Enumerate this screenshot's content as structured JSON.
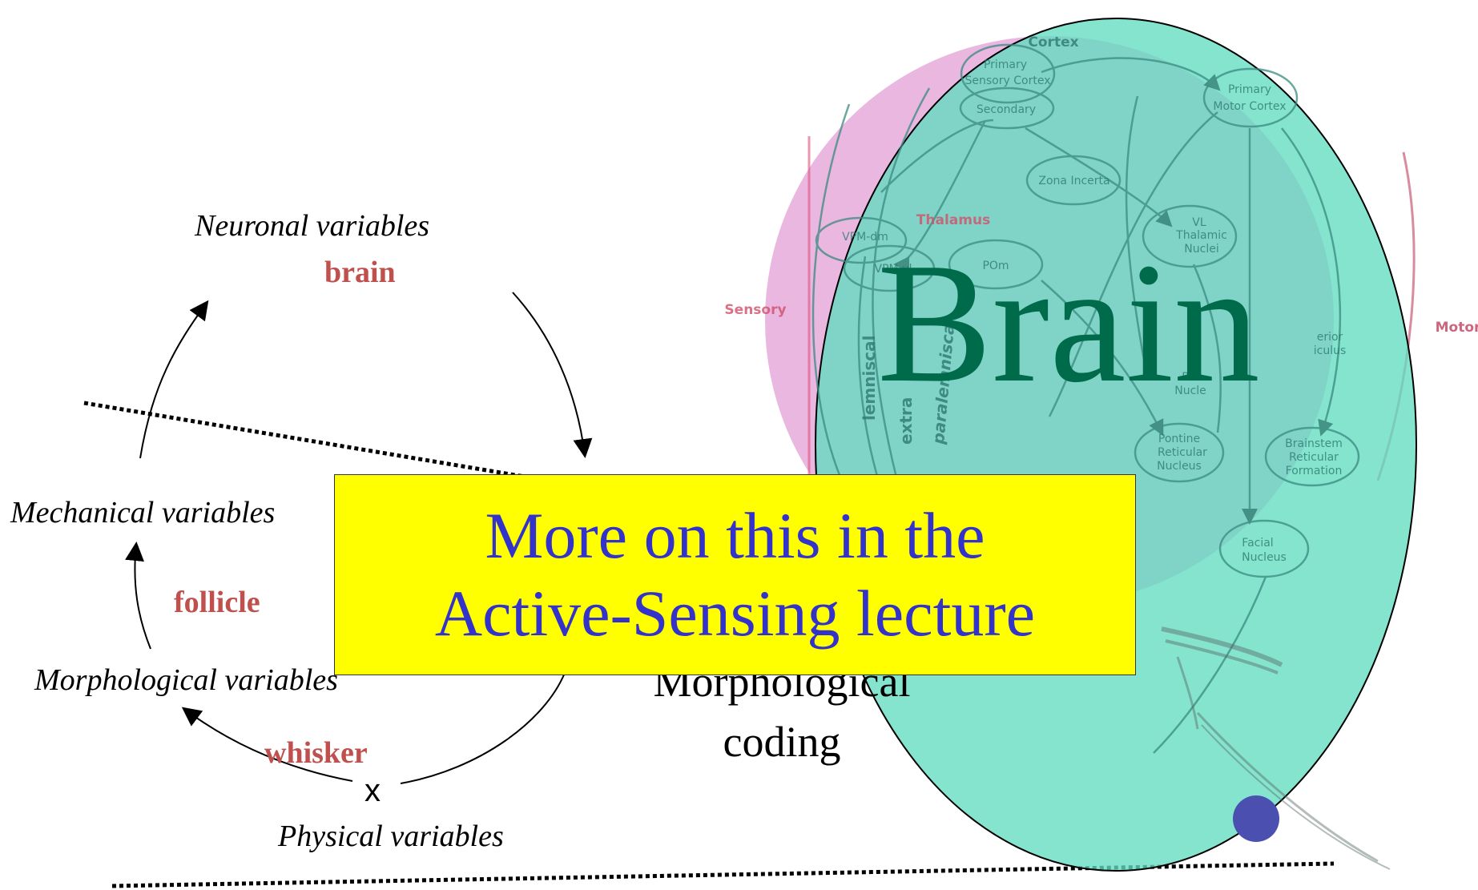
{
  "cycle": {
    "neuronal": "Neuronal variables",
    "brain": "brain",
    "mechanical": "Mechanical variables",
    "follicle": "follicle",
    "morphological": "Morphological variables",
    "whisker": "whisker",
    "x_mark": "x",
    "physical": "Physical variables"
  },
  "coding": {
    "line1": "Morphological",
    "line2": "coding"
  },
  "banner": {
    "line1": "More on this in the",
    "line2": "Active-Sensing lecture",
    "background": "#ffff00",
    "text_color": "#3333cc"
  },
  "brain_overlay": {
    "title": "Brain",
    "title_color": "#006b4a",
    "ellipse_color": "#7fe3cf",
    "circle_color": "#e39fd6"
  },
  "brain_diagram": {
    "header": "Cortex",
    "side_left": "Sensory",
    "side_right": "Motor",
    "thalamus": "Thalamus",
    "lemniscal": "lemniscal",
    "paralemniscal": "paralemniscal",
    "extralemniscal": "extra",
    "nodes": {
      "primary_sensory": [
        "Primary",
        "Sensory Cortex"
      ],
      "secondary": "Secondary",
      "zona_incerta": "Zona Incerta",
      "primary_motor": [
        "Primary",
        "Motor Cortex"
      ],
      "vpm_dm": "VPM-dm",
      "vpm_vl": "VPM-vl",
      "pom": "POm",
      "vl_thalamic": [
        "VL",
        "Thalamic",
        "Nuclei"
      ],
      "superior_colliculus": [
        "erior",
        "iculus"
      ],
      "red_nucleus": [
        "Rec",
        "Nucle"
      ],
      "pontine": [
        "Pontine",
        "Reticular",
        "Nucleus"
      ],
      "brainstem": [
        "Brainstem",
        "Reticular",
        "Formation"
      ],
      "facial": [
        "Facial",
        "Nucleus"
      ]
    }
  }
}
